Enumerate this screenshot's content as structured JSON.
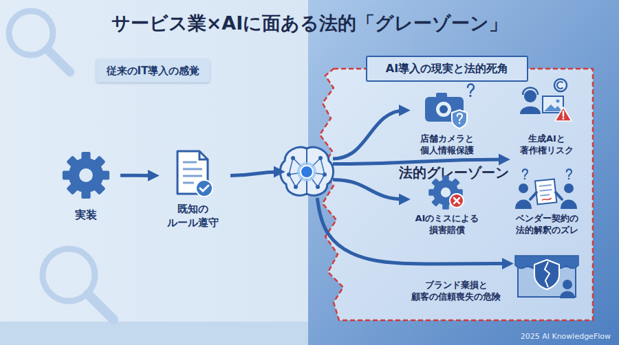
{
  "diagram": {
    "title": "サービス業×AIに面ある法的「グレーゾーン」",
    "nodes": [
      {
        "text": [
          "従来のIT導入の感覚"
        ]
      },
      {
        "text": [
          "AI導入の現実と法的死角",
          "法的グレーゾーン"
        ]
      },
      {
        "text": [
          "実装"
        ]
      },
      {
        "text": [
          "既知の ルール遵守"
        ]
      },
      {
        "text": []
      },
      {
        "text": [
          "店舗カメラと 個人情報保護"
        ],
        "in": 1
      },
      {
        "text": [
          "生成AIと 著作権リスク"
        ],
        "in": 1
      },
      {
        "text": [
          "AIのミスによる 損害賠償"
        ],
        "in": 1
      },
      {
        "text": [
          "ベンダー契約の 法的解釈のズレ"
        ],
        "in": 1
      },
      {
        "text": [
          "ブランド棄損と 顧客の信頼喪失の危険"
        ],
        "in": 1
      }
    ],
    "edges": [
      {
        "from": 2,
        "to": 3,
        "arrow": "to"
      },
      {
        "from": 3,
        "to": 4,
        "arrow": "to"
      },
      {
        "from": 4,
        "to": 5,
        "arrow": "to"
      },
      {
        "from": 4,
        "to": 6,
        "arrow": "to"
      },
      {
        "from": 4,
        "to": 7,
        "arrow": "to"
      },
      {
        "from": 4,
        "to": 9,
        "arrow": "to"
      }
    ],
    "labels": [
      "2025 AI KnowledgeFlow"
    ]
  }
}
